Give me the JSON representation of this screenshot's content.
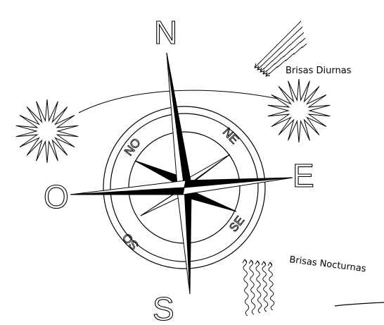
{
  "cardinals": {
    "north": "N",
    "south": "S",
    "east": "E",
    "west": "O"
  },
  "intercardinals": {
    "northeast": "NE",
    "northwest": "NO",
    "southeast": "SE",
    "southwest": "SO"
  },
  "breezes": {
    "day": "Brisas Diurnas",
    "night": "Brisas Nocturnas"
  }
}
